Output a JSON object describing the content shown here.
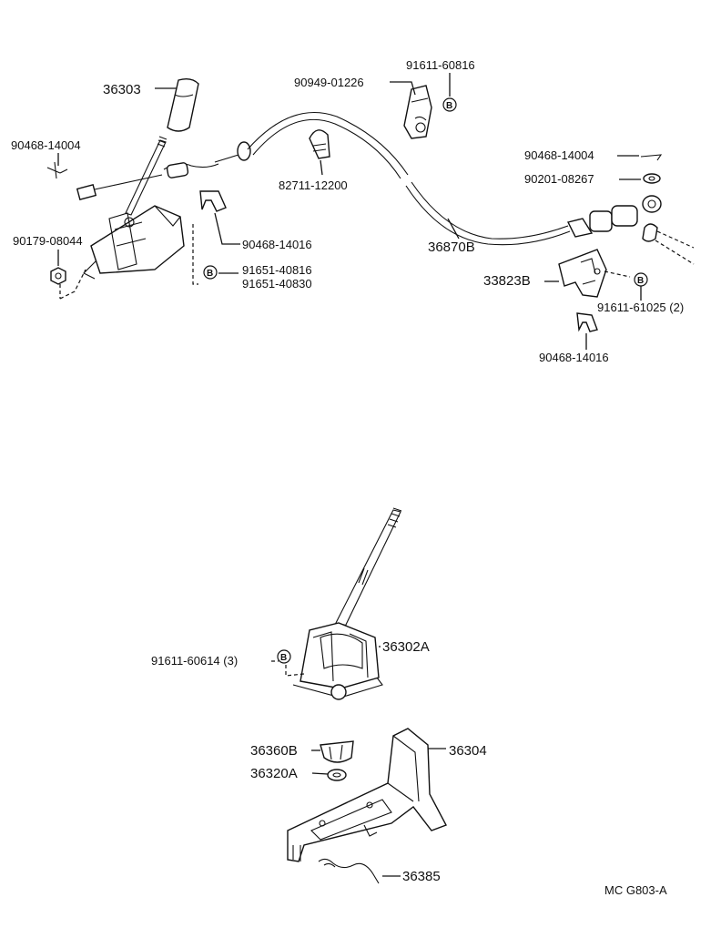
{
  "labels": {
    "p36303": "36303",
    "p90949_01226": "90949-01226",
    "p91611_60816": "91611-60816",
    "p90468_14004_left": "90468-14004",
    "p82711_12200": "82711-12200",
    "p90468_14004_right": "90468-14004",
    "p90201_08267": "90201-08267",
    "p90179_08044": "90179-08044",
    "p90468_14016_left": "90468-14016",
    "p36870B": "36870B",
    "p91651_40816": "91651-40816",
    "p91651_40830": "91651-40830",
    "p33823B": "33823B",
    "p91611_61025": "91611-61025 (2)",
    "p90468_14016_right": "90468-14016",
    "p36302A": "36302A",
    "p91611_60614": "91611-60614 (3)",
    "p36360B": "36360B",
    "p36304": "36304",
    "p36320A": "36320A",
    "p36385": "36385",
    "diagram_code": "MC  G803-A"
  },
  "callout_letter": "B"
}
